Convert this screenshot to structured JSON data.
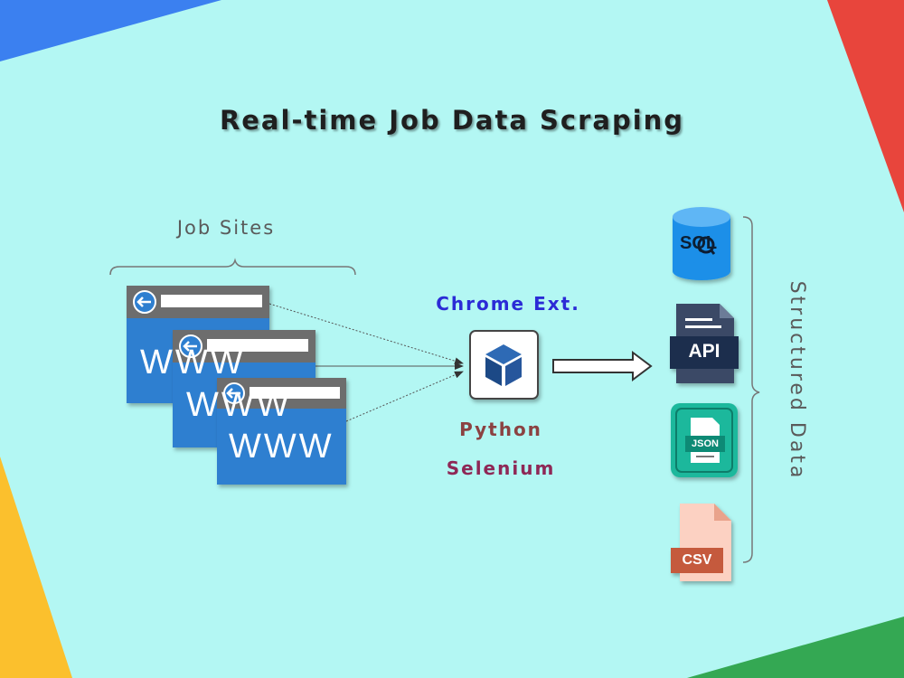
{
  "title": "Real-time Job Data Scraping",
  "sources": {
    "label": "Job Sites",
    "browser_text": "WWW",
    "browser_count": 3
  },
  "processor": {
    "top_label": "Chrome Ext.",
    "tech1": "Python",
    "tech2": "Selenium"
  },
  "outputs": {
    "label": "Structured Data",
    "formats": [
      "SQL",
      "API",
      "JSON",
      "CSV"
    ]
  },
  "colors": {
    "background": "#b3f7f3",
    "browser_blue": "#2f7fd0",
    "browser_bar": "#6d6d6d",
    "corner_blue": "#3b80f0",
    "corner_red": "#e8453c",
    "corner_yellow": "#fbc02d",
    "corner_green": "#34a853"
  },
  "icons": [
    "back-arrow-icon",
    "cube-icon",
    "right-arrow-icon",
    "database-icon",
    "api-document-icon",
    "json-file-icon",
    "csv-file-icon"
  ]
}
